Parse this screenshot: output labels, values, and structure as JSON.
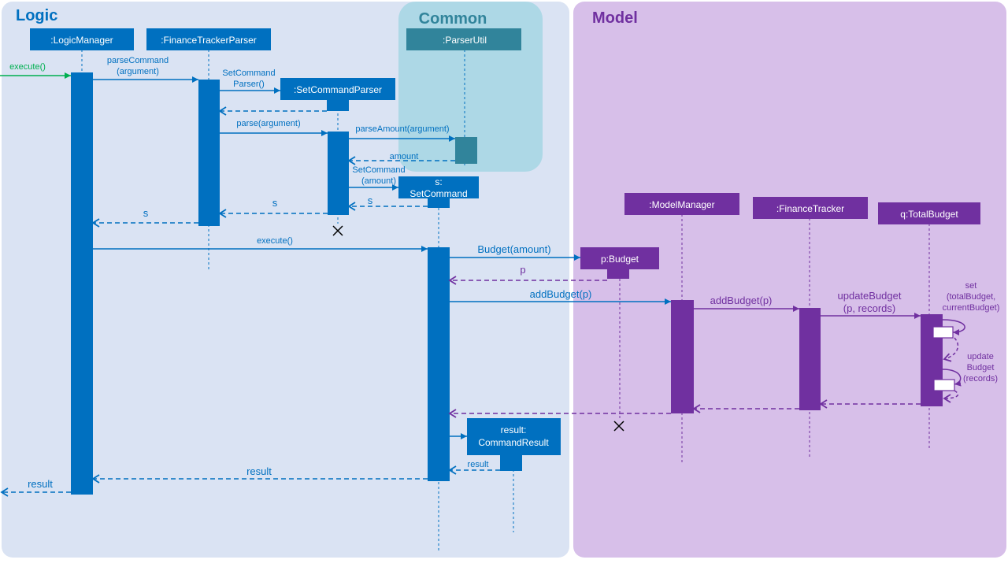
{
  "colors": {
    "logic_panel": "#dae3f3",
    "model_panel": "#d7bfe9",
    "common_panel": "#add8e6",
    "blue": "#0070c0",
    "teal": "#31849b",
    "purple": "#7030a0",
    "green": "#00b050",
    "frame_title_blue": "#0070c0",
    "frame_title_teal": "#31849b",
    "frame_title_purple": "#7030a0"
  },
  "frames": {
    "logic": "Logic",
    "common": "Common",
    "model": "Model"
  },
  "participants": {
    "logic_manager": ":LogicManager",
    "finance_tracker_parser": ":FinanceTrackerParser",
    "set_command_parser": ":SetCommandParser",
    "parser_util": ":ParserUtil",
    "set_command_l1": "s:",
    "set_command_l2": "SetCommand",
    "model_manager": ":ModelManager",
    "finance_tracker": ":FinanceTracker",
    "total_budget": "q:TotalBudget",
    "budget": "p:Budget",
    "command_result_l1": "result:",
    "command_result_l2": "CommandResult"
  },
  "messages": {
    "execute_in": "execute()",
    "parse_command_l1": "parseCommand",
    "parse_command_l2": "(argument)",
    "create_parser_l1": "SetCommand",
    "create_parser_l2": "Parser()",
    "parse_argument": "parse(argument)",
    "parse_amount": "parseAmount(argument)",
    "amount_return": "amount",
    "create_command_l1": "SetCommand",
    "create_command_l2": "(amount)",
    "s_return_1": "s",
    "s_return_2": "s",
    "s_return_3": "s",
    "execute_command": "execute()",
    "budget_create": "Budget(amount)",
    "p_return": "p",
    "add_budget_1": "addBudget(p)",
    "add_budget_2": "addBudget(p)",
    "update_budget_l1": "updateBudget",
    "update_budget_l2": "(p, records)",
    "set_l1": "set",
    "set_l2": "(totalBudget,",
    "set_l3": "currentBudget)",
    "update_self_l1": "update",
    "update_self_l2": "Budget",
    "update_self_l3": "(records)",
    "result_return_1": "result",
    "result_return_2": "result",
    "result_return_3": "result"
  }
}
